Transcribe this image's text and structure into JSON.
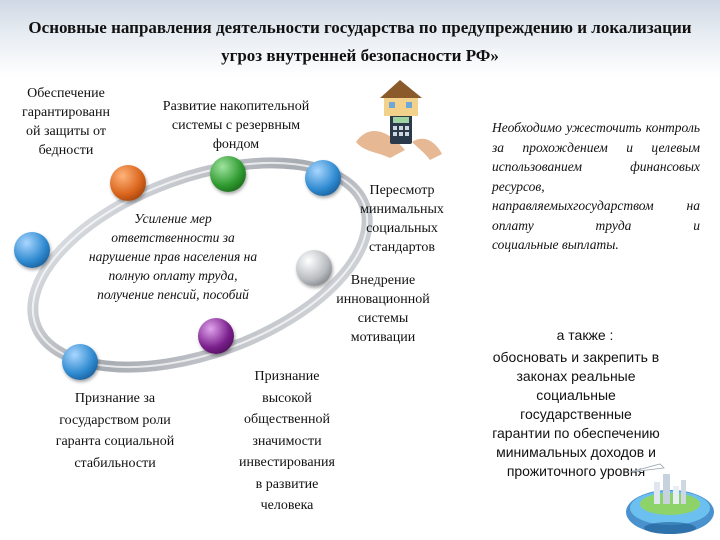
{
  "title": "Основные направления деятельности государства по предупреждению и локализации угроз внутренней безопасности РФ»",
  "nodes": {
    "poverty": "Обеспечение\nгарантированн\nой защиты от\nбедности",
    "reserve": "Развитие накопительной\nсистемы с резервным\nфондом",
    "standards": "Пересмотр\nминимальных\nсоциальных\nстандартов",
    "motivation": "Внедрение\nинновационной\nсистемы\nмотивации",
    "investment": "Признание\nвысокой\nобщественной\nзначимости\nинвестирования\nв развитие\nчеловека",
    "guarantor": "Признание за\nгосударством роли\nгаранта социальной\nстабильности",
    "responsibility": "Усиление мер\nответственности за\nнарушение прав населения на\nполную оплату труда,\nполучение пенсий, пособий"
  },
  "control_text_main": "Необходимо ужесточить контроль за прохождением и целевым использованием финансовых ресурсов, направляемыхгосударством на оплату труда и",
  "control_text_last": "социальные выплаты.",
  "also": {
    "heading": "а также :",
    "body": "обосновать и закрепить в\nзаконах реальные\nсоциальные\nгосударственные\nгарантии по обеспечению\nминимальных доходов и\nпрожиточного уровня"
  },
  "colors": {
    "orange": "#d9641c",
    "green": "#2f9a2f",
    "blue": "#2f8ad0",
    "silver": "#b9bcc0",
    "purple": "#7a1f8c"
  }
}
